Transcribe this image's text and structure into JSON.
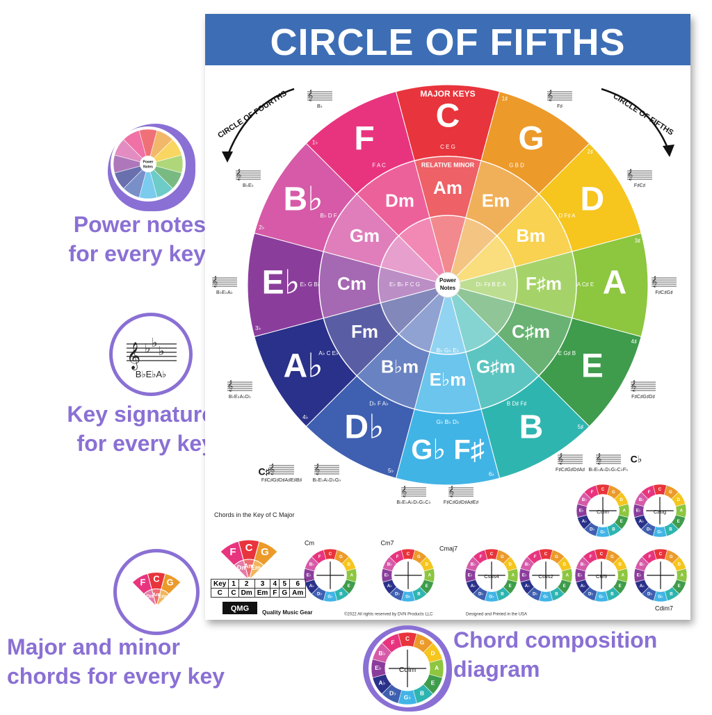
{
  "title": "CIRCLE OF FIFTHS",
  "callouts": {
    "power": [
      "Power notes",
      "for every key"
    ],
    "keysig": [
      "Key signature",
      "for every key"
    ],
    "chords": [
      "Major and minor",
      "chords for every key"
    ],
    "composition": [
      "Chord composition",
      "diagram"
    ]
  },
  "thumb_labels": {
    "power_notes": "Power Notes",
    "keysig_text": "B♭E♭A♭",
    "cdim": "Cdim"
  },
  "arrows": {
    "fourths": "CIRCLE OF FOURTHS",
    "fifths": "CIRCLE OF FIFTHS"
  },
  "ring_labels": {
    "major": "MAJOR KEYS",
    "minor": "RELATIVE MINOR",
    "center": [
      "Power",
      "Notes"
    ]
  },
  "wheel": {
    "major": [
      "C",
      "G",
      "D",
      "A",
      "E",
      "B",
      "G♭ F♯",
      "D♭",
      "A♭",
      "E♭",
      "B♭",
      "F"
    ],
    "minor": [
      "Am",
      "Em",
      "Bm",
      "F♯m",
      "C♯m",
      "G♯m",
      "E♭m",
      "B♭m",
      "Fm",
      "Cm",
      "Gm",
      "Dm"
    ],
    "colors": [
      "#e8343c",
      "#ec9a2a",
      "#f6c51e",
      "#8dc63f",
      "#3f9c4c",
      "#2fb5b0",
      "#41b4e6",
      "#3f5fb0",
      "#2a318a",
      "#8b3d9c",
      "#d65aa8",
      "#e8347f"
    ],
    "sharps_flats": [
      "",
      "1♯",
      "2♯",
      "3♯",
      "4♯",
      "5♯",
      "6♭ 6♯",
      "5♭",
      "4♭",
      "3♭",
      "2♭",
      "1♭"
    ],
    "major_notes": [
      "C E G",
      "G B D",
      "D F♯ A",
      "A C♯ E",
      "E G♯ B",
      "B D♯ F♯",
      "G♭ B♭ D♭",
      "D♭ F A♭",
      "A♭ C E♭",
      "E♭ G B♭",
      "B♭ D F",
      "F A C"
    ],
    "power_row_right": "D♭ F♯ B E A",
    "power_row_left": "E♭ B♭ F C G",
    "power_row_down": "B♭ G♭ E♭"
  },
  "key_signatures": [
    {
      "label": "B♭",
      "pos": "top-left-1"
    },
    {
      "label": "F♯",
      "pos": "top-right-1"
    },
    {
      "label": "B♭E♭",
      "pos": "left-2"
    },
    {
      "label": "F♯C♯",
      "pos": "right-2"
    },
    {
      "label": "B♭E♭A♭",
      "pos": "left-3"
    },
    {
      "label": "F♯C♯G♯",
      "pos": "right-3"
    },
    {
      "label": "B♭E♭A♭D♭",
      "pos": "left-4"
    },
    {
      "label": "F♯C♯G♯D♯",
      "pos": "right-4"
    },
    {
      "label": "F♯C♯G♯D♯A♯E♯B♯",
      "pos": "bottom-left-1"
    },
    {
      "label": "B♭E♭A♭D♭G♭",
      "pos": "bottom-left-2"
    },
    {
      "label": "F♯C♯G♯D♯A♯",
      "pos": "bottom-right-1"
    },
    {
      "label": "B♭E♭A♭D♭G♭C♭F♭",
      "pos": "bottom-right-2"
    },
    {
      "label": "B♭E♭A♭D♭G♭C♭",
      "pos": "bottom-center-1"
    },
    {
      "label": "F♯C♯G♯D♯A♯E♯",
      "pos": "bottom-center-2"
    }
  ],
  "enharmonic": {
    "c_sharp": "C♯",
    "c_flat": "C♭"
  },
  "chords_in_c": {
    "heading": "Chords in the Key of C Major",
    "table_header": [
      "Key",
      "1",
      "2",
      "3",
      "4",
      "5",
      "6"
    ],
    "table_row": [
      "C",
      "C",
      "Dm",
      "Em",
      "F",
      "G",
      "Am"
    ]
  },
  "chord_diagrams": [
    "Cm",
    "Cm7",
    "Cmaj7",
    "Csus4",
    "Csus2",
    "C6/9",
    "Cdim",
    "Caug",
    "Cdim7"
  ],
  "footer": {
    "brand": "QMG",
    "tagline": "Quality Music Gear",
    "copyright": "©2022 All rights reserved by DVN Products LLC",
    "made": "Designed and Printed in the USA"
  }
}
